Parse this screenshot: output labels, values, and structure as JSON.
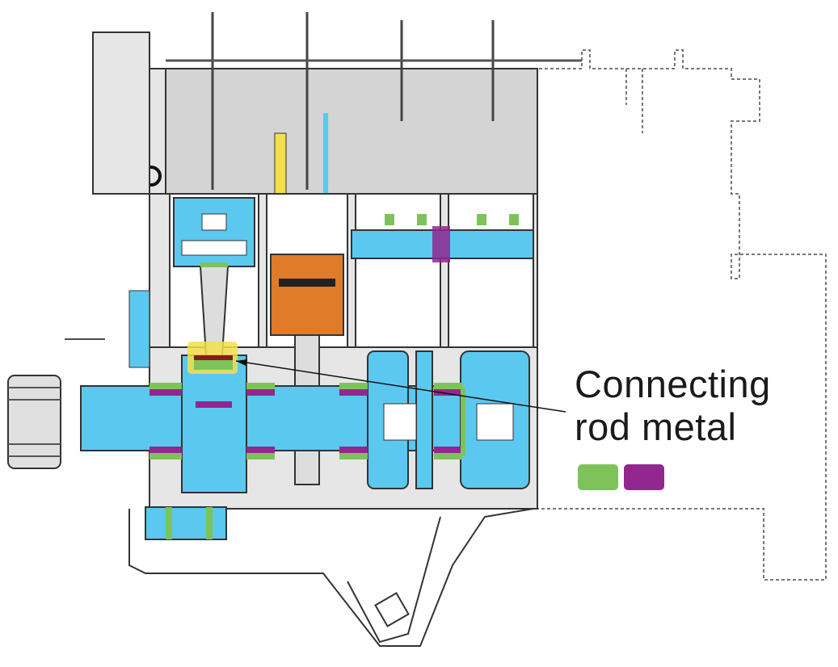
{
  "callout": {
    "line1": "Connecting",
    "line2": "rod metal"
  },
  "legend": [
    {
      "color": "#7dc35a",
      "name": "green-swatch"
    },
    {
      "color": "#92278f",
      "name": "purple-swatch"
    }
  ],
  "colors": {
    "coolant_blue": "#5bc8ef",
    "piston_orange": "#e07b2a",
    "highlight_yellow": "#f2e14a",
    "outline": "#333333",
    "housing_gray": "#d9d9d9"
  }
}
